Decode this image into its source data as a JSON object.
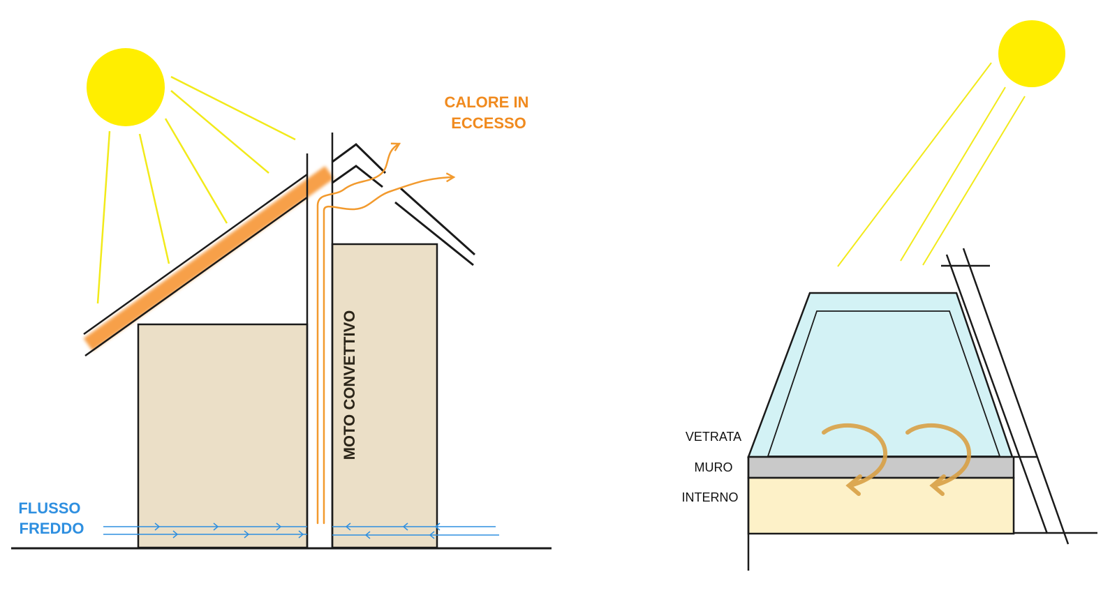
{
  "left_diagram": {
    "excess_heat_label_line1": "CALORE IN",
    "excess_heat_label_line2": "ECCESSO",
    "convective_label": "MOTO CONVETTIVO",
    "cold_flow_label_line1": "FLUSSO",
    "cold_flow_label_line2": "FREDDO"
  },
  "right_diagram": {
    "layer_labels": [
      "VETRATA",
      "MURO",
      "INTERNO"
    ]
  },
  "colors": {
    "sun": "#ffee00",
    "sun_rays": "#f2ea1a",
    "heated_roof": "#f7a04a",
    "warm_air": "#f29a2e",
    "building_fill": "#ebdfc7",
    "cold_air": "#2e8fe0",
    "glass_fill": "#d3f2f5",
    "wall_fill": "#c9c9c9",
    "interior_fill": "#fdf1c8",
    "convection_arrows": "#d9a146",
    "outline": "#1a1a1a"
  },
  "icons": [
    "sun-icon",
    "airflow-arrow-icon",
    "convection-arrow-icon"
  ]
}
